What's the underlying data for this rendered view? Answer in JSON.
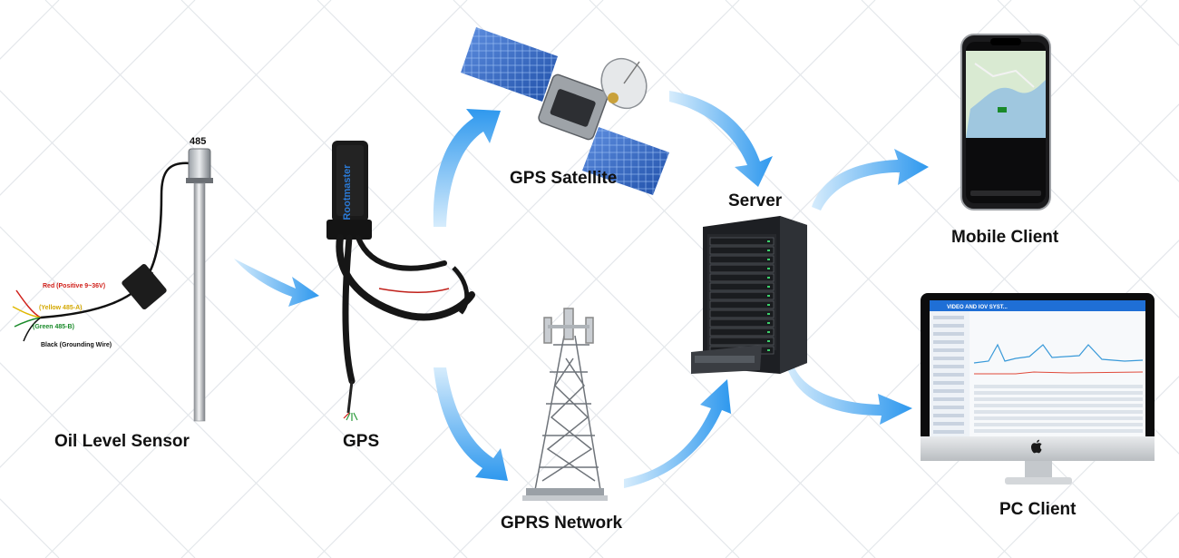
{
  "labels": {
    "oil_sensor": "Oil Level Sensor",
    "gps": "GPS",
    "gps_satellite": "GPS Satellite",
    "gprs_network": "GPRS Network",
    "server": "Server",
    "mobile_client": "Mobile Client",
    "pc_client": "PC Client",
    "sensor_port": "485"
  },
  "wires": [
    {
      "label": "Red (Positive 9~36V)",
      "color": "#d0201a"
    },
    {
      "label": "(Yellow 485-A)",
      "color": "#e0b800"
    },
    {
      "label": "(Green 485-B)",
      "color": "#1a8a2a"
    },
    {
      "label": "Black (Grounding Wire)",
      "color": "#111111"
    }
  ],
  "gps_brand": "Rootmaster",
  "pc_app_title": "VIDEO AND IOV SYST...",
  "colors": {
    "arrow": "#2f9bef",
    "arrow_light": "#bfe2fb",
    "grid": "#e2e6ea"
  },
  "icons": [
    "apple-logo-icon"
  ]
}
